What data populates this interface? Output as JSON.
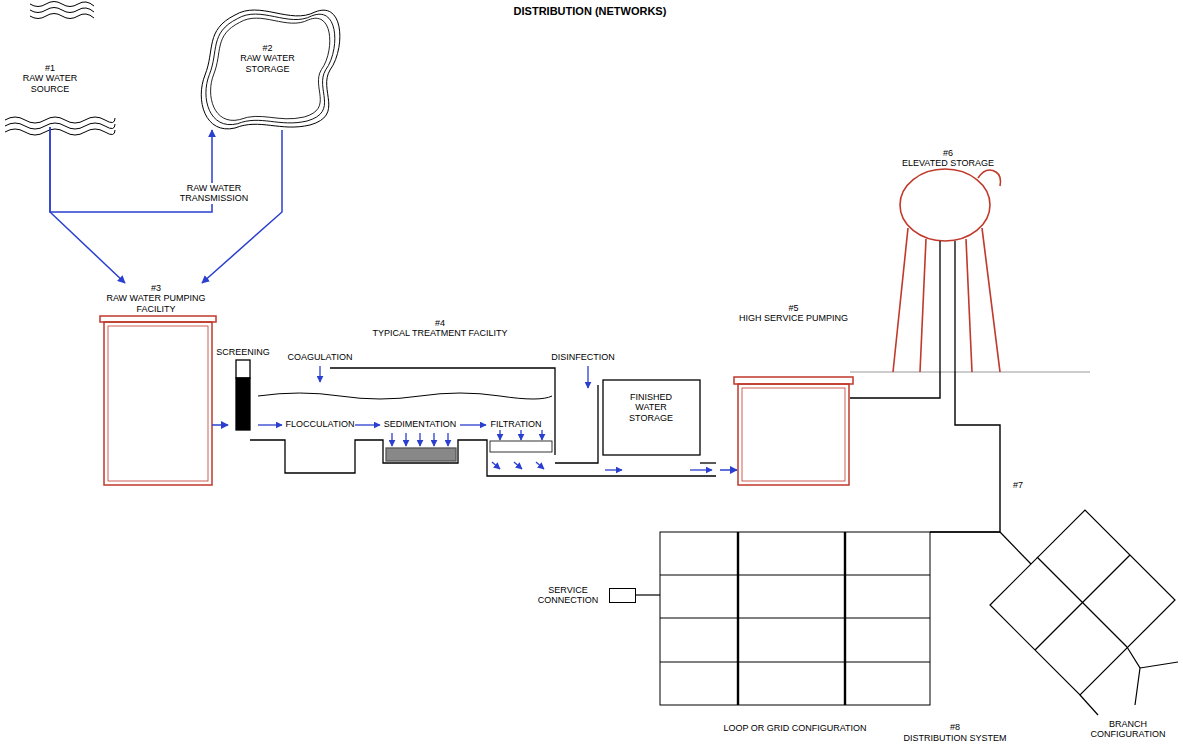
{
  "diagram": {
    "title": "DISTRIBUTION (NETWORKS)",
    "nodes": [
      {
        "text": [
          "#1",
          "RAW WATER SOURCE"
        ]
      },
      {
        "text": [
          "#2",
          "RAW WATER STORAGE"
        ]
      },
      {
        "text": [
          "#3",
          "RAW WATER PUMPING FACILITY"
        ]
      },
      {
        "text": [
          "#4",
          "TYPICAL TREATMENT FACILITY"
        ]
      },
      {
        "text": [
          "#5",
          "HIGH SERVICE PUMPING"
        ]
      },
      {
        "text": [
          "#6",
          "ELEVATED STORAGE"
        ]
      },
      {
        "text": [
          "LOOP OR GRID CONFIGURATION"
        ]
      },
      {
        "text": [
          "BRANCH CONFIGURATION"
        ]
      },
      {
        "text": [
          "SERVICE CONNECTION"
        ]
      }
    ],
    "edges": [
      {
        "from": 0,
        "to": 2,
        "arrow": "to"
      },
      {
        "from": 1,
        "to": 2,
        "arrow": "to"
      },
      {
        "from": 0,
        "to": 1,
        "label": "RAW WATER TRANSMISSION",
        "arrow": "to"
      },
      {
        "from": 2,
        "to": 3,
        "arrow": "to"
      },
      {
        "from": 3,
        "to": 4,
        "arrow": "to"
      },
      {
        "from": 4,
        "to": 5,
        "arrow": "none"
      },
      {
        "from": 5,
        "to": 6,
        "arrow": "none"
      },
      {
        "from": 6,
        "to": 7,
        "arrow": "none"
      },
      {
        "from": 8,
        "to": 6,
        "arrow": "none"
      }
    ],
    "labels": [
      "SCREENING",
      "COAGULATION",
      "DISINFECTION",
      "FLOCCULATION",
      "SEDIMENTATION",
      "FILTRATION",
      "FINISHED WATER STORAGE",
      "#7",
      "#8",
      "DISTRIBUTION SYSTEM"
    ]
  }
}
